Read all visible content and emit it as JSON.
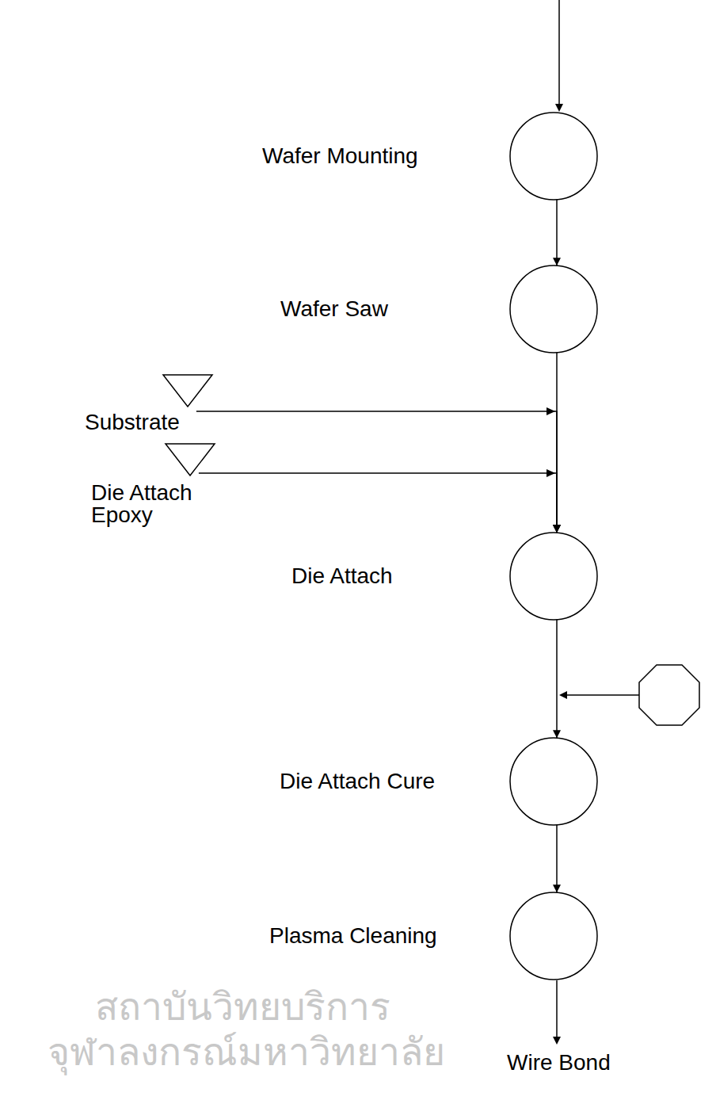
{
  "diagram": {
    "nodes": [
      {
        "text": [
          "Wafer Mounting"
        ]
      },
      {
        "text": [
          "Wafer Saw"
        ]
      },
      {
        "text": [
          "Substrate"
        ]
      },
      {
        "text": [
          "Die Attach Epoxy"
        ]
      },
      {
        "text": [
          "Die Attach"
        ]
      },
      {
        "text": [
          "Die Attach Cure"
        ]
      },
      {
        "text": [
          "Plasma Cleaning"
        ]
      }
    ],
    "edges": [
      {
        "from": 0,
        "to": 1,
        "arrow": "to"
      },
      {
        "from": 1,
        "to": 4,
        "arrow": "to"
      },
      {
        "from": 2,
        "to": 4,
        "arrow": "to"
      },
      {
        "from": 3,
        "to": 4,
        "arrow": "to"
      },
      {
        "from": 4,
        "to": 5,
        "arrow": "to"
      },
      {
        "from": 5,
        "to": 6,
        "arrow": "to"
      }
    ],
    "labels": [
      "Wire Bond",
      "สถาบันวิทยบริการ",
      "จุฬาลงกรณ์มหาวิทยาลัย"
    ]
  }
}
